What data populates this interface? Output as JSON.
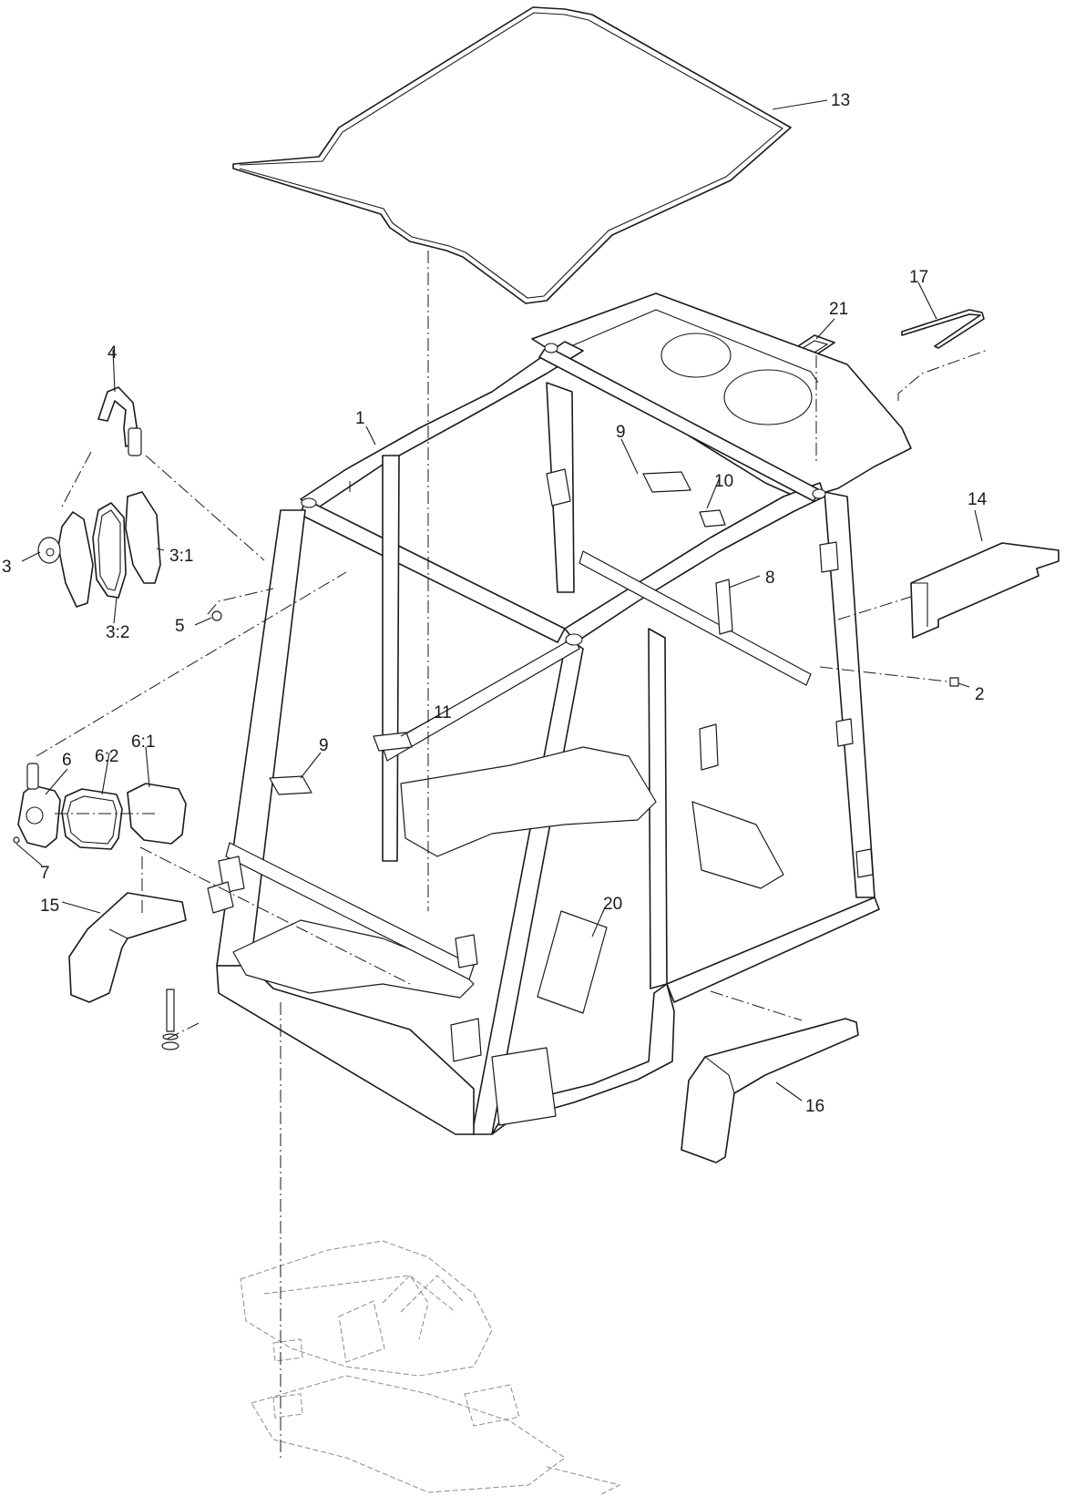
{
  "callouts": [
    {
      "id": "c1",
      "label": "1"
    },
    {
      "id": "c2",
      "label": "2"
    },
    {
      "id": "c3",
      "label": "3"
    },
    {
      "id": "c3-1",
      "label": "3:1"
    },
    {
      "id": "c3-2",
      "label": "3:2"
    },
    {
      "id": "c4",
      "label": "4"
    },
    {
      "id": "c5",
      "label": "5"
    },
    {
      "id": "c6",
      "label": "6"
    },
    {
      "id": "c6-1",
      "label": "6:1"
    },
    {
      "id": "c6-2",
      "label": "6:2"
    },
    {
      "id": "c7",
      "label": "7"
    },
    {
      "id": "c8",
      "label": "8"
    },
    {
      "id": "c9a",
      "label": "9"
    },
    {
      "id": "c9b",
      "label": "9"
    },
    {
      "id": "c10",
      "label": "10"
    },
    {
      "id": "c11",
      "label": "11"
    },
    {
      "id": "c13",
      "label": "13"
    },
    {
      "id": "c14",
      "label": "14"
    },
    {
      "id": "c15",
      "label": "15"
    },
    {
      "id": "c16",
      "label": "16"
    },
    {
      "id": "c17",
      "label": "17"
    },
    {
      "id": "c20",
      "label": "20"
    },
    {
      "id": "c21",
      "label": "21"
    }
  ]
}
